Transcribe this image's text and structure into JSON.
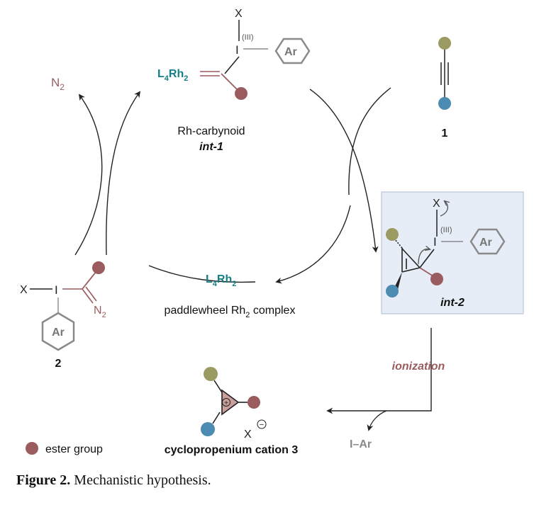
{
  "colors": {
    "teal": "#157f86",
    "ester": "#9a5c5e",
    "olive": "#9b9a63",
    "blue": "#4c8cb2",
    "grey": "#8a8a8a",
    "box_fill": "#e6edf6",
    "box_stroke": "#b7c6d9",
    "cation_fill": "#c99f9c"
  },
  "labels": {
    "n2_top": "N",
    "n2_top_sub": "2",
    "int1_x": "X",
    "int1_ox": "(III)",
    "int1_i": "I",
    "int1_ar": "Ar",
    "int1_l4rh2_pre": "L",
    "int1_l4rh2_sub1": "4",
    "int1_l4rh2_mid": "Rh",
    "int1_l4rh2_sub2": "2",
    "int1_name": "Rh-carbynoid",
    "int1_id": "int-1",
    "alkyne_id": "1",
    "int2_x": "X",
    "int2_ox": "(III)",
    "int2_i": "I",
    "int2_ar": "Ar",
    "int2_id": "int-2",
    "cat_pre": "L",
    "cat_sub1": "4",
    "cat_mid": "Rh",
    "cat_sub2": "2",
    "cat_name_pre": "paddlewheel Rh",
    "cat_name_sub": "2",
    "cat_name_post": " complex",
    "reagent_x": "X",
    "reagent_i": "I",
    "reagent_n2": "N",
    "reagent_n2_sub": "2",
    "reagent_ar": "Ar",
    "reagent_id": "2",
    "ionization": "ionization",
    "iar": "I–Ar",
    "cation_counter": "X",
    "cation_plus": "+",
    "cation_minus": "−",
    "cation_name": "cyclopropenium cation 3",
    "legend": "ester group"
  },
  "caption": {
    "bold": "Figure 2.",
    "text": " Mechanistic hypothesis."
  }
}
